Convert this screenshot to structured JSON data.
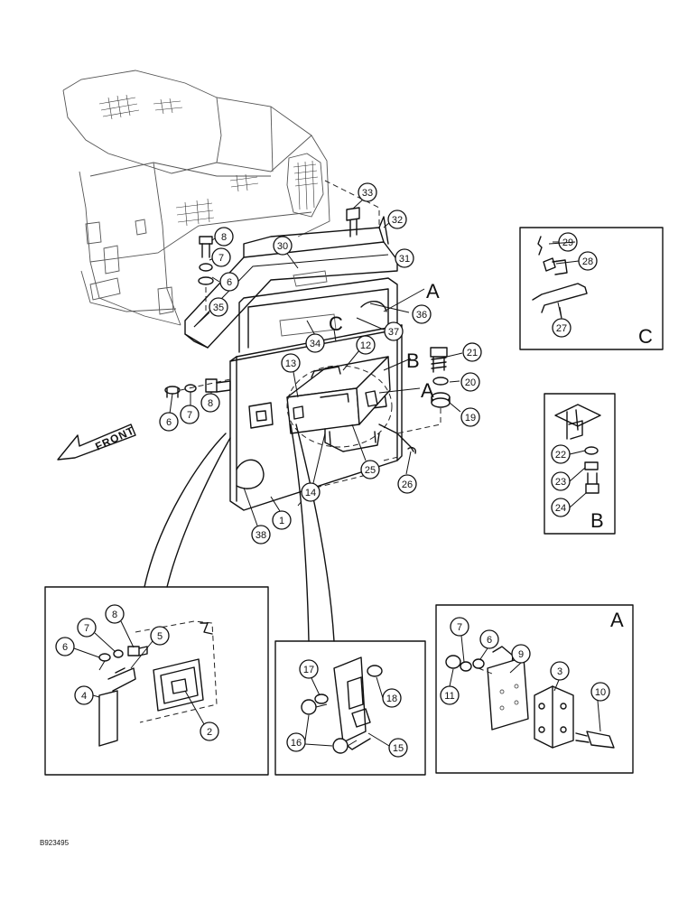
{
  "drawing_code": "B923495",
  "front_label": "FRONT",
  "callouts": {
    "c33": "33",
    "c32": "32",
    "c8a": "8",
    "c7a": "7",
    "c6a": "6",
    "c30": "30",
    "c31": "31",
    "c36": "36",
    "c37": "37",
    "c35": "35",
    "c34": "34",
    "c12": "12",
    "c13": "13",
    "c21": "21",
    "c20": "20",
    "c19": "19",
    "c6b": "6",
    "c7b": "7",
    "c8b": "8",
    "c25": "25",
    "c26": "26",
    "c14": "14",
    "c1": "1",
    "c38": "38",
    "c29": "29",
    "c28": "28",
    "c27": "27",
    "c22": "22",
    "c23": "23",
    "c24": "24",
    "c8c": "8",
    "c7c": "7",
    "c5": "5",
    "c6c": "6",
    "c4": "4",
    "c2": "2",
    "c17": "17",
    "c18": "18",
    "c16": "16",
    "c15": "15",
    "c7d": "7",
    "c6d": "6",
    "c9": "9",
    "c3": "3",
    "c10": "10",
    "c11": "11"
  },
  "view_letters": {
    "a_main_top": "A",
    "a_main_mid": "A",
    "b_main": "B",
    "c_main": "C",
    "c_inset": "C",
    "b_inset": "B",
    "a_inset": "A"
  }
}
